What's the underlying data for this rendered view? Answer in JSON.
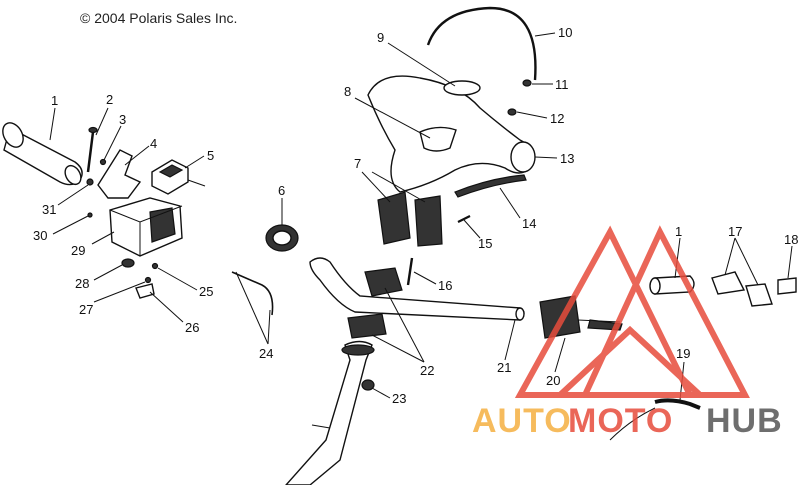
{
  "copyright": "© 2004 Polaris Sales Inc.",
  "callouts": [
    "1",
    "2",
    "3",
    "4",
    "5",
    "6",
    "7",
    "8",
    "9",
    "10",
    "11",
    "12",
    "13",
    "14",
    "15",
    "16",
    "17",
    "18",
    "19",
    "20",
    "21",
    "22",
    "23",
    "24",
    "25",
    "26",
    "27",
    "28",
    "29",
    "30",
    "31",
    "1"
  ],
  "watermark": {
    "brand_a": "AUTO",
    "brand_b": "MOTO",
    "brand_c": "HUB",
    "color_a": "#f5b041",
    "color_b": "#e74c3c",
    "color_c": "#555555",
    "logo_color": "#e74c3c"
  }
}
